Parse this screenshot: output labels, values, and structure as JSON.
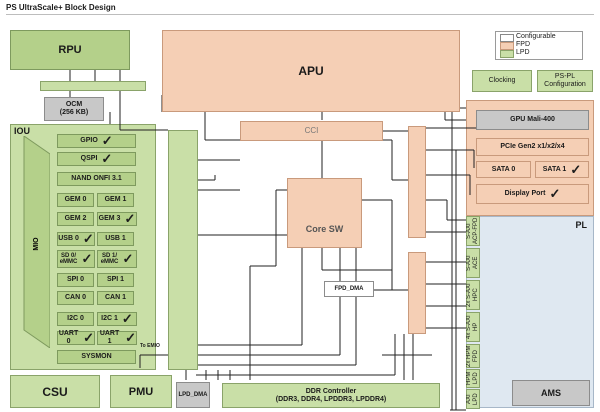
{
  "title": "PS UltraScale+ Block Design",
  "legend": [
    {
      "label": "Configurable",
      "color": "#ffffff"
    },
    {
      "label": "FPD",
      "color": "#f5cfb5"
    },
    {
      "label": "LPD",
      "color": "#c9dfa7"
    }
  ],
  "rpu": "RPU",
  "apu": "APU",
  "ocm_line1": "OCM",
  "ocm_line2": "(256 KB)",
  "iou": "IOU",
  "mio": "MIO",
  "iou_items": {
    "gpio": "GPIO",
    "qspi": "QSPI",
    "nand": "NAND ONFI 3.1",
    "gem0": "GEM 0",
    "gem1": "GEM 1",
    "gem2": "GEM 2",
    "gem3": "GEM 3",
    "usb0": "USB 0",
    "usb1": "USB 1",
    "sd0": "SD 0/ eMMC",
    "sd1": "SD 1/ eMMC",
    "spi0": "SPI 0",
    "spi1": "SPI 1",
    "can0": "CAN 0",
    "can1": "CAN 1",
    "i2c0": "I2C 0",
    "i2c1": "I2C 1",
    "uart0": "UART 0",
    "uart1": "UART 1",
    "sysmon": "SYSMON"
  },
  "to_emio": "To EMIO",
  "cci": "CCI",
  "core_sw": "Core SW",
  "fpd_dma": "FPD_DMA",
  "lpd_dma": "LPD_DMA",
  "clocking": "Clocking",
  "ps_pl_line1": "PS-PL",
  "ps_pl_line2": "Configuration",
  "gpu": "GPU Mali-400",
  "pcie": "PCIe Gen2 x1/x2/x4",
  "sata0": "SATA 0",
  "sata1": "SATA 1",
  "displayport": "Display Port",
  "pl": "PL",
  "ams": "AMS",
  "csu": "CSU",
  "pmu": "PMU",
  "ddr_line1": "DDR Controller",
  "ddr_line2": "(DDR3, DDR4, LPDDR3, LPDDR4)",
  "ports": [
    "S-AXI ACP-FPD",
    "S-AXI ACE",
    "2x S-AXI HPC",
    "4x S-AXI HP",
    "2x HPM FPD",
    "HPM LPD",
    "AXI LPD"
  ]
}
